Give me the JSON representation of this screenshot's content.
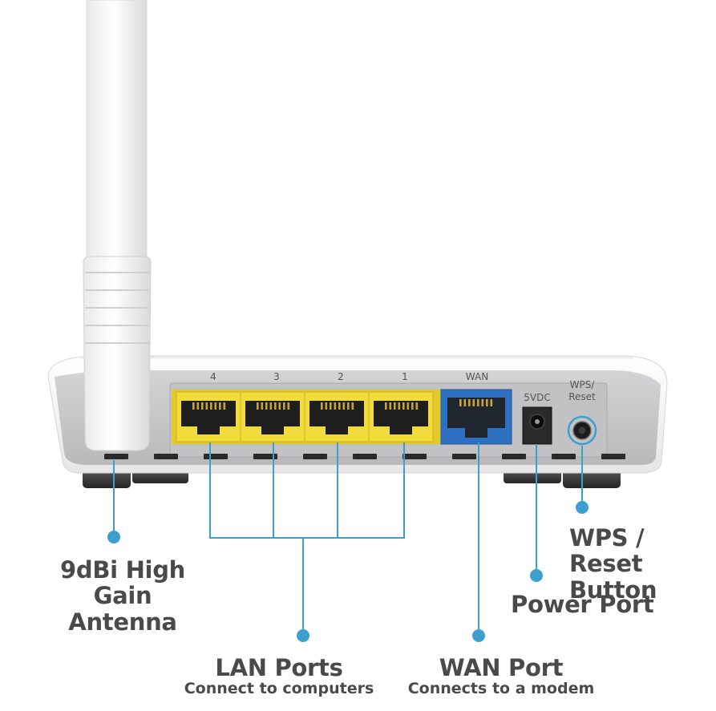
{
  "colors": {
    "background": "#ffffff",
    "callout_line": "#3d9fce",
    "lan_port": "#f2dc3c",
    "wan_port": "#2f6fc0",
    "router_body": "#f4f4f4",
    "back_panel": "#c9c9cb",
    "text": "#4a4a4a"
  },
  "icons": [
    "antenna-icon",
    "ethernet-port-icon",
    "power-jack-icon",
    "reset-button-icon"
  ],
  "panel": {
    "lan_numbers": [
      "4",
      "3",
      "2",
      "1"
    ],
    "wan_label": "WAN",
    "power_label": "5VDC",
    "wps_label_line1": "WPS/",
    "wps_label_line2": "Reset"
  },
  "callouts": {
    "antenna": {
      "line1": "9dBi High Gain",
      "line2": "Antenna"
    },
    "wps": {
      "line1": "WPS / Reset",
      "line2": "Button"
    },
    "power": {
      "line1": "Power Port"
    },
    "lan": {
      "title": "LAN Ports",
      "subtitle": "Connect to computers"
    },
    "wan": {
      "title": "WAN Port",
      "subtitle": "Connects to a modem"
    }
  }
}
